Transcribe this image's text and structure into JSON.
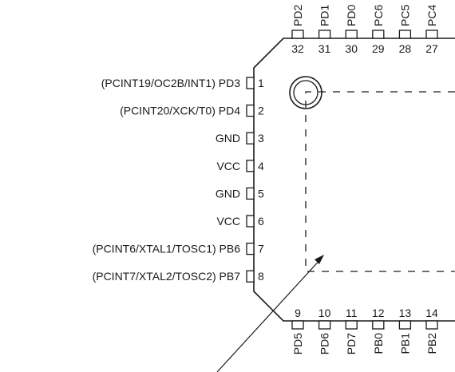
{
  "left_pins": [
    {
      "num": "1",
      "label": "(PCINT19/OC2B/INT1) PD3"
    },
    {
      "num": "2",
      "label": "(PCINT20/XCK/T0) PD4"
    },
    {
      "num": "3",
      "label": "GND"
    },
    {
      "num": "4",
      "label": "VCC"
    },
    {
      "num": "5",
      "label": "GND"
    },
    {
      "num": "6",
      "label": "VCC"
    },
    {
      "num": "7",
      "label": "(PCINT6/XTAL1/TOSC1) PB6"
    },
    {
      "num": "8",
      "label": "(PCINT7/XTAL2/TOSC2) PB7"
    }
  ],
  "top_pins": [
    {
      "num": "32",
      "label": "PD2"
    },
    {
      "num": "31",
      "label": "PD1"
    },
    {
      "num": "30",
      "label": "PD0"
    },
    {
      "num": "29",
      "label": "PC6"
    },
    {
      "num": "28",
      "label": "PC5"
    },
    {
      "num": "27",
      "label": "PC4"
    }
  ],
  "bottom_pins": [
    {
      "num": "9",
      "label": "PD5"
    },
    {
      "num": "10",
      "label": "PD6"
    },
    {
      "num": "11",
      "label": "PD7"
    },
    {
      "num": "12",
      "label": "PB0"
    },
    {
      "num": "13",
      "label": "PB1"
    },
    {
      "num": "14",
      "label": "PB2"
    }
  ]
}
